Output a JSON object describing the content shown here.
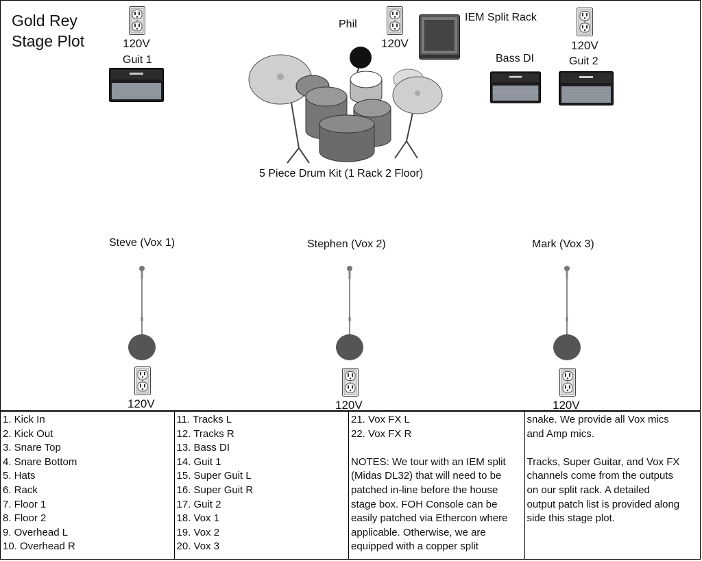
{
  "title": [
    "Gold Rey",
    "Stage Plot"
  ],
  "power_label": "120V",
  "stage": {
    "drummer": "Phil",
    "iem_rack": "IEM Split Rack",
    "bass_di": "Bass DI",
    "guit1": "Guit 1",
    "guit2": "Guit 2",
    "drum_kit": "5 Piece Drum Kit (1 Rack 2 Floor)",
    "vox": [
      "Steve (Vox 1)",
      "Stephen (Vox 2)",
      "Mark (Vox 3)"
    ]
  },
  "channels": {
    "col1": [
      "1. Kick In",
      "2. Kick Out",
      "3. Snare Top",
      "4. Snare Bottom",
      "5. Hats",
      "6. Rack",
      "7. Floor 1",
      "8. Floor 2",
      "9. Overhead L",
      "10. Overhead R"
    ],
    "col2": [
      "11. Tracks L",
      "12. Tracks R",
      "13. Bass DI",
      "14. Guit 1",
      "15. Super Guit L",
      "16. Super Guit R",
      "17. Guit 2",
      "18. Vox 1",
      "19. Vox 2",
      "20. Vox 3"
    ],
    "col3": [
      "21. Vox FX L",
      "22. Vox FX R"
    ]
  },
  "notes": {
    "col3_lines": [
      "",
      "NOTES:  We tour with an IEM split",
      "(Midas DL32) that will need to be",
      "patched in-line before the house",
      "stage box.  FOH Console can be",
      "easily patched via Ethercon where",
      "applicable.  Otherwise, we are",
      "equipped with a copper split"
    ],
    "col4_lines": [
      "snake.  We provide all Vox mics",
      "and Amp mics.",
      "",
      "Tracks, Super Guitar, and Vox FX",
      "channels come from the outputs",
      "on our split rack.  A detailed",
      "output patch list is provided along",
      "side this stage plot."
    ]
  }
}
